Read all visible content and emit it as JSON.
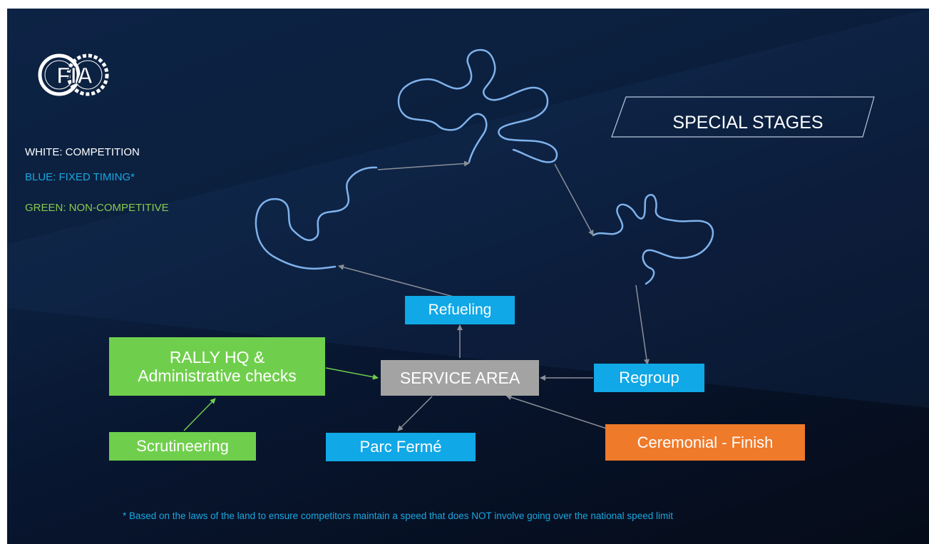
{
  "legend": {
    "white": "WHITE: COMPETITION",
    "blue": "BLUE: FIXED TIMING*",
    "green": "GREEN: NON-COMPETITIVE"
  },
  "logo_text": "FIA",
  "special_stages": "SPECIAL STAGES",
  "nodes": {
    "refueling": "Refueling",
    "rally_hq_line1": "RALLY HQ &",
    "rally_hq_line2": "Administrative checks",
    "service_area": "SERVICE AREA",
    "regroup": "Regroup",
    "scrutineering": "Scrutineering",
    "parc_ferme": "Parc Fermé",
    "ceremonial": "Ceremonial - Finish"
  },
  "footnote": "* Based on the laws of the land to ensure competitors maintain a speed that does NOT involve going over the national speed limit",
  "colors": {
    "blue": "#10a8e6",
    "green": "#6fcf4c",
    "grey": "#a3a3a3",
    "orange": "#ee7a2a",
    "track": "#7fb2ec",
    "legend_blue": "#1aa7e0",
    "legend_green": "#86c94d"
  }
}
